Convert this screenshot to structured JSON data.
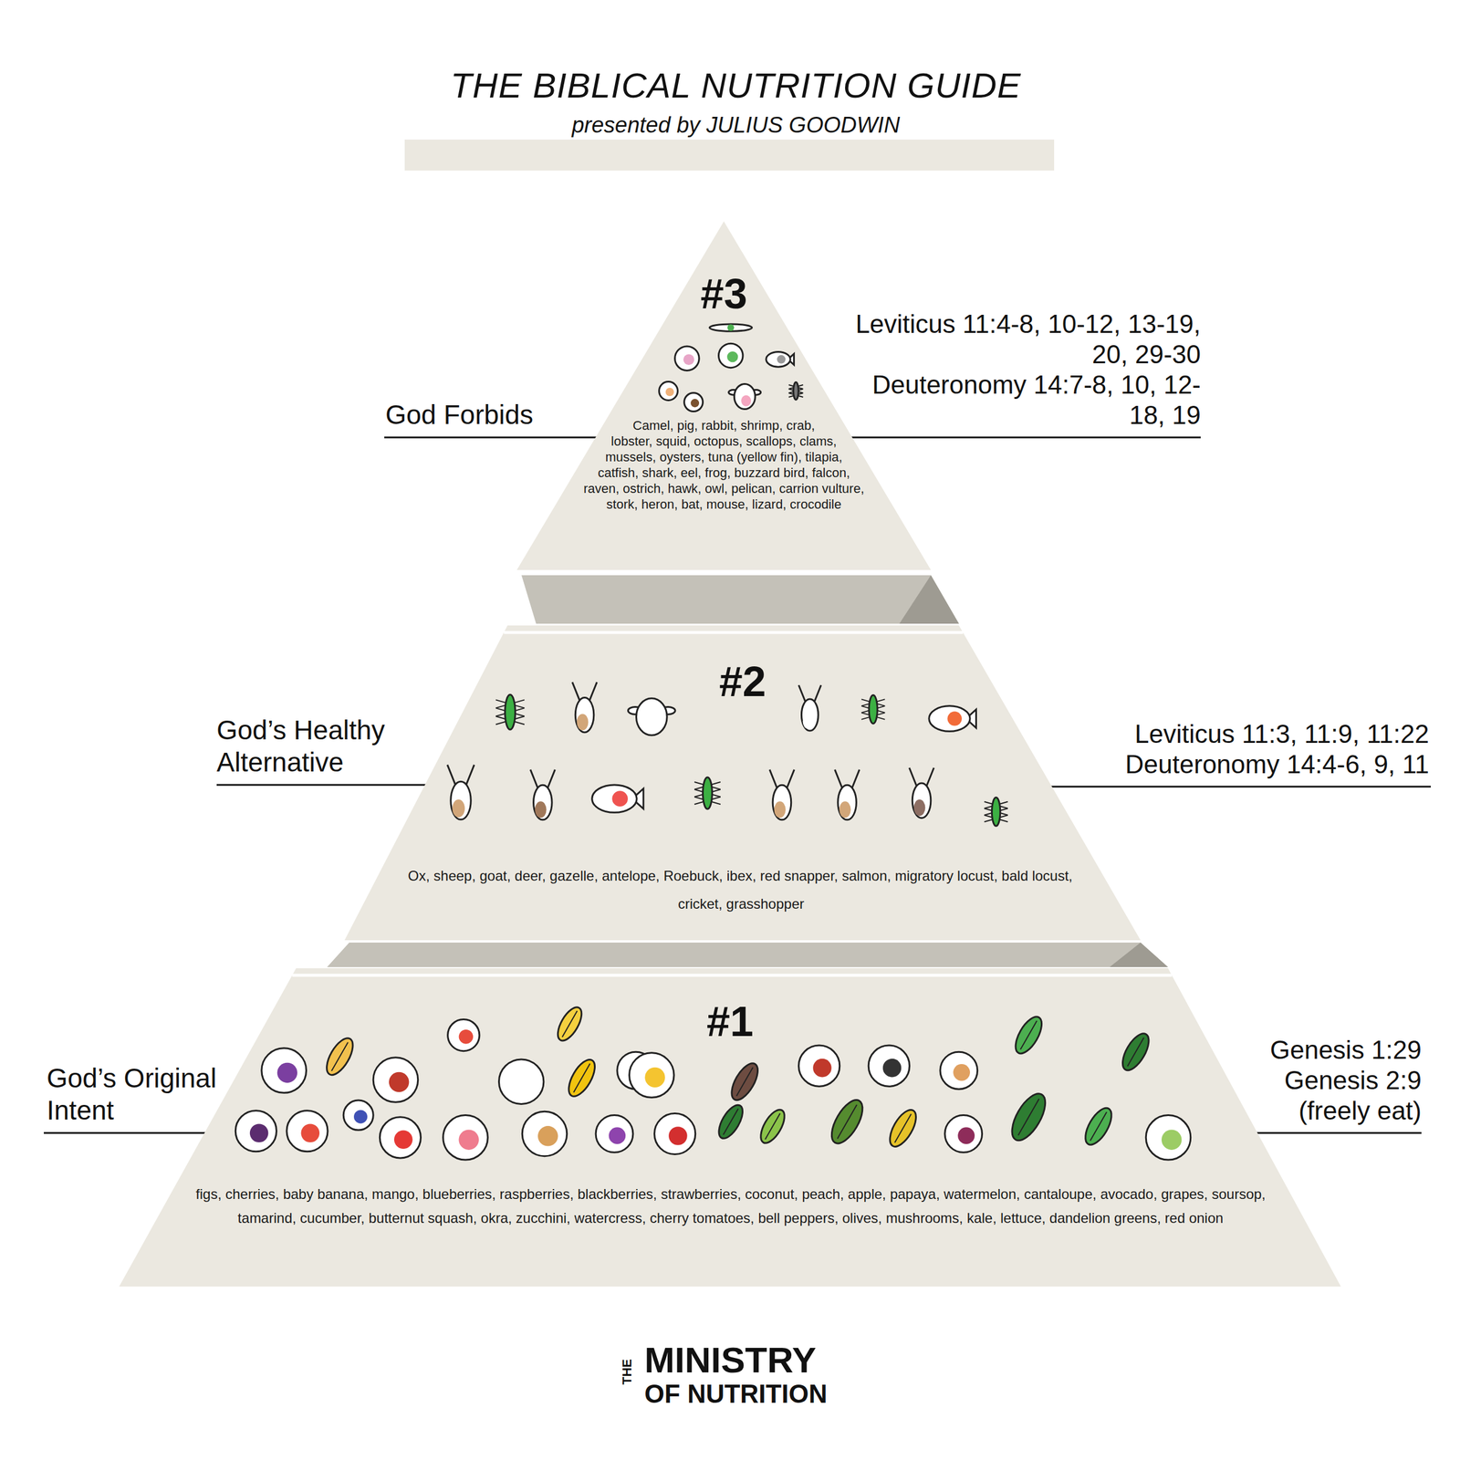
{
  "diagram": {
    "title": "THE BIBLICAL NUTRITION GUIDE",
    "nodes": [
      {
        "text": [
          "#3",
          "Camel, pig, rabbit, shrimp, crab, lobster, squid, octopus, scallops, clams, mussels, oysters, tuna (yellow fin), tilapia, catfish, shark, eel, frog, buzzard bird, falcon, raven, ostrich, hawk, owl, pelican, carrion vulture, stork, heron, bat, mouse, lizard, crocodile"
        ]
      },
      {
        "text": [
          "#2",
          "Ox, sheep, goat, deer, gazelle, antelope, Roebuck, ibex, red snapper, salmon, migratory locust, bald locust, cricket, grasshopper"
        ]
      },
      {
        "text": [
          "#1",
          "figs, cherries, baby banana, mango, blueberries, raspberries, blackberries, strawberries, coconut, peach, apple, papaya, watermelon, cantaloupe, avocado, grapes, soursop, tamarind, cucumber, butternut squash, okra, zucchini, watercress, cherry tomatoes, bell peppers, olives, mushrooms, kale, lettuce, dandelion greens, red onion"
        ]
      }
    ],
    "labels": [
      "presented by JULIUS GOODWIN",
      "God Forbids",
      "Leviticus 11:4-8, 10-12, 13-19, 20, 29-30",
      "Deuteronomy 14:7-8, 10, 12-18, 19",
      "God’s Healthy Alternative",
      "Leviticus 11:3, 11:9, 11:22",
      "Deuteronomy 14:4-6, 9, 11",
      "God’s Original Intent",
      "Genesis 1:29",
      "Genesis 2:9",
      "(freely eat)",
      "THE",
      "MINISTRY",
      "OF NUTRITION"
    ]
  }
}
